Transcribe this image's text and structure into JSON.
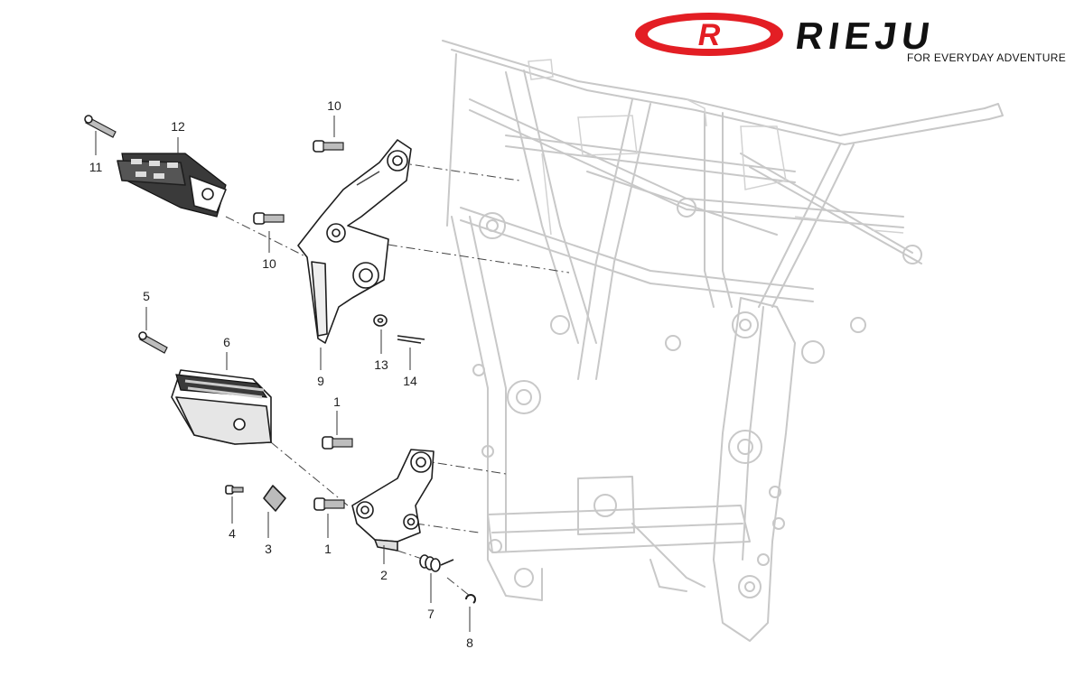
{
  "brand": {
    "name": "RIEJU",
    "emblem_letter": "R",
    "tagline": "FOR EVERYDAY ADVENTURE",
    "accent_color": "#e31e24",
    "text_color": "#111111"
  },
  "callouts": [
    {
      "id": "c10a",
      "label": "10"
    },
    {
      "id": "c12",
      "label": "12"
    },
    {
      "id": "c11",
      "label": "11"
    },
    {
      "id": "c10b",
      "label": "10"
    },
    {
      "id": "c5",
      "label": "5"
    },
    {
      "id": "c6",
      "label": "6"
    },
    {
      "id": "c9",
      "label": "9"
    },
    {
      "id": "c13",
      "label": "13"
    },
    {
      "id": "c14",
      "label": "14"
    },
    {
      "id": "c1a",
      "label": "1"
    },
    {
      "id": "c4",
      "label": "4"
    },
    {
      "id": "c3",
      "label": "3"
    },
    {
      "id": "c1b",
      "label": "1"
    },
    {
      "id": "c2",
      "label": "2"
    },
    {
      "id": "c7",
      "label": "7"
    },
    {
      "id": "c8",
      "label": "8"
    }
  ]
}
